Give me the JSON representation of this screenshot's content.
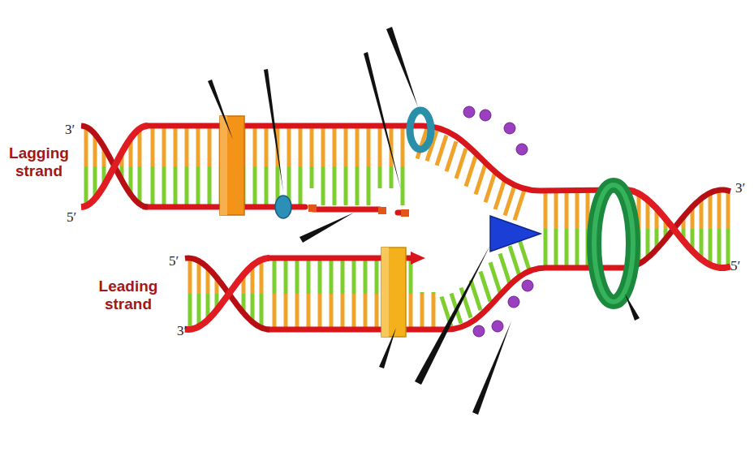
{
  "diagram": {
    "labels": [
      "3′",
      "Lagging strand",
      "5′",
      "5′",
      "Leading strand",
      "3′",
      "3′",
      "5′"
    ]
  }
}
